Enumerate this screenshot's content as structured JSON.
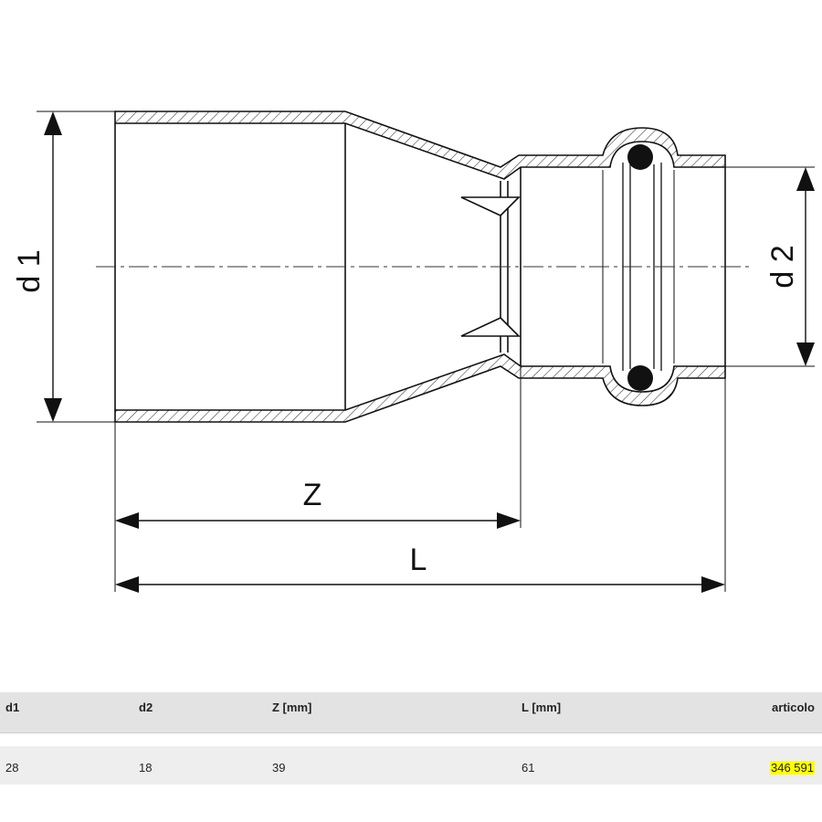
{
  "drawing": {
    "labels": {
      "d1": "d 1",
      "d2": "d 2",
      "z": "Z",
      "l": "L"
    }
  },
  "table": {
    "headers": [
      "d1",
      "d2",
      "Z [mm]",
      "L [mm]",
      "articolo"
    ],
    "rows": [
      {
        "d1": "28",
        "d2": "18",
        "z": "39",
        "l": "61",
        "articolo": "346 591",
        "articolo_highlighted": true
      }
    ]
  }
}
